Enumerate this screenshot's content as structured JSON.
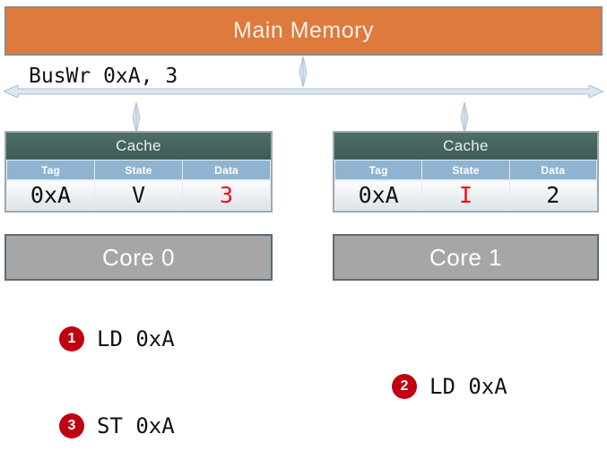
{
  "diagram": {
    "main_memory": {
      "label": "Main Memory",
      "color": "#DD7A3C"
    },
    "bus": {
      "label": "BusWr 0xA, 3",
      "arrow_color": "#B6C8DC"
    },
    "caches": [
      {
        "title": "Cache",
        "columns": [
          "Tag",
          "State",
          "Data"
        ],
        "row": {
          "tag": "0xA",
          "state": "V",
          "data": "3"
        },
        "highlight": "data",
        "highlight_color": "#E8101A"
      },
      {
        "title": "Cache",
        "columns": [
          "Tag",
          "State",
          "Data"
        ],
        "row": {
          "tag": "0xA",
          "state": "I",
          "data": "2"
        },
        "highlight": "state",
        "highlight_color": "#E8101A"
      }
    ],
    "cores": [
      {
        "label": "Core 0",
        "color": "#A6A6A6"
      },
      {
        "label": "Core 1",
        "color": "#A6A6A6"
      }
    ],
    "steps": [
      {
        "number": "1",
        "text": "LD 0xA",
        "badge_color": "#C00011"
      },
      {
        "number": "2",
        "text": "LD 0xA",
        "badge_color": "#C00011"
      },
      {
        "number": "3",
        "text": "ST 0xA",
        "badge_color": "#C00011"
      }
    ]
  }
}
